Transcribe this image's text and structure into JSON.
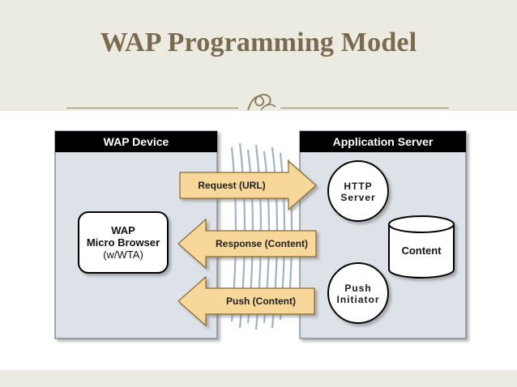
{
  "slide": {
    "title": "WAP Programming Model",
    "ornament_icon": "ornamental-flourish-icon"
  },
  "diagram": {
    "device_box": {
      "title": "WAP Device"
    },
    "server_box": {
      "title": "Application Server"
    },
    "browser": {
      "line1": "WAP",
      "line2": "Micro Browser",
      "line3": "(w/WTA)"
    },
    "arrows": {
      "request": "Request (URL)",
      "response": "Response (Content)",
      "push": "Push (Content)"
    },
    "http_server": {
      "line1": "HTTP",
      "line2": "Server"
    },
    "content_store": {
      "label": "Content"
    },
    "push_initiator": {
      "line1": "Push",
      "line2": "Initiator"
    }
  },
  "colors": {
    "title": "#7a6a4f",
    "rule": "#8c8060",
    "slide_background": "#ecebe1",
    "box_fill": "#dde1e8",
    "box_header": "#000000",
    "arrow_fill": "#f8d89a",
    "wave": "#9fb3c8"
  }
}
